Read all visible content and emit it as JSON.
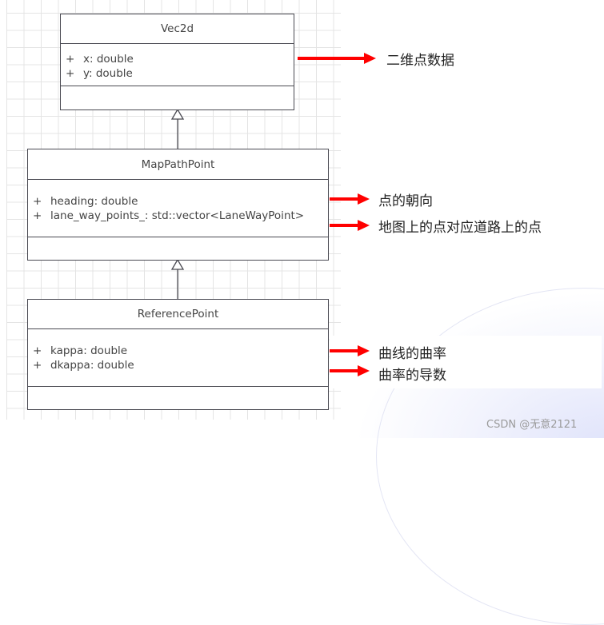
{
  "diagram": {
    "type": "uml-class-inheritance",
    "classes": [
      {
        "name": "Vec2d",
        "attributes": [
          {
            "visibility": "+",
            "text": "x: double"
          },
          {
            "visibility": "+",
            "text": "y: double"
          }
        ],
        "operations": []
      },
      {
        "name": "MapPathPoint",
        "attributes": [
          {
            "visibility": "+",
            "text": "heading: double"
          },
          {
            "visibility": "+",
            "text": "lane_way_points_: std::vector<LaneWayPoint>"
          }
        ],
        "operations": []
      },
      {
        "name": "ReferencePoint",
        "attributes": [
          {
            "visibility": "+",
            "text": "kappa: double"
          },
          {
            "visibility": "+",
            "text": "dkappa: double"
          }
        ],
        "operations": []
      }
    ],
    "inheritance": [
      {
        "child": "MapPathPoint",
        "parent": "Vec2d"
      },
      {
        "child": "ReferencePoint",
        "parent": "MapPathPoint"
      }
    ],
    "annotations": [
      {
        "target": "Vec2d.attributes",
        "text": "二维点数据"
      },
      {
        "target": "MapPathPoint.heading",
        "text": "点的朝向"
      },
      {
        "target": "MapPathPoint.lane_way_points_",
        "text": "地图上的点对应道路上的点"
      },
      {
        "target": "ReferencePoint.kappa",
        "text": "曲线的曲率"
      },
      {
        "target": "ReferencePoint.dkappa",
        "text": "曲率的导数"
      }
    ],
    "colors": {
      "arrow": "#ff0000",
      "class_border": "#4a4a52",
      "text": "#444444",
      "grid": "#e4e4e4"
    }
  },
  "watermark": "CSDN @无意2121"
}
